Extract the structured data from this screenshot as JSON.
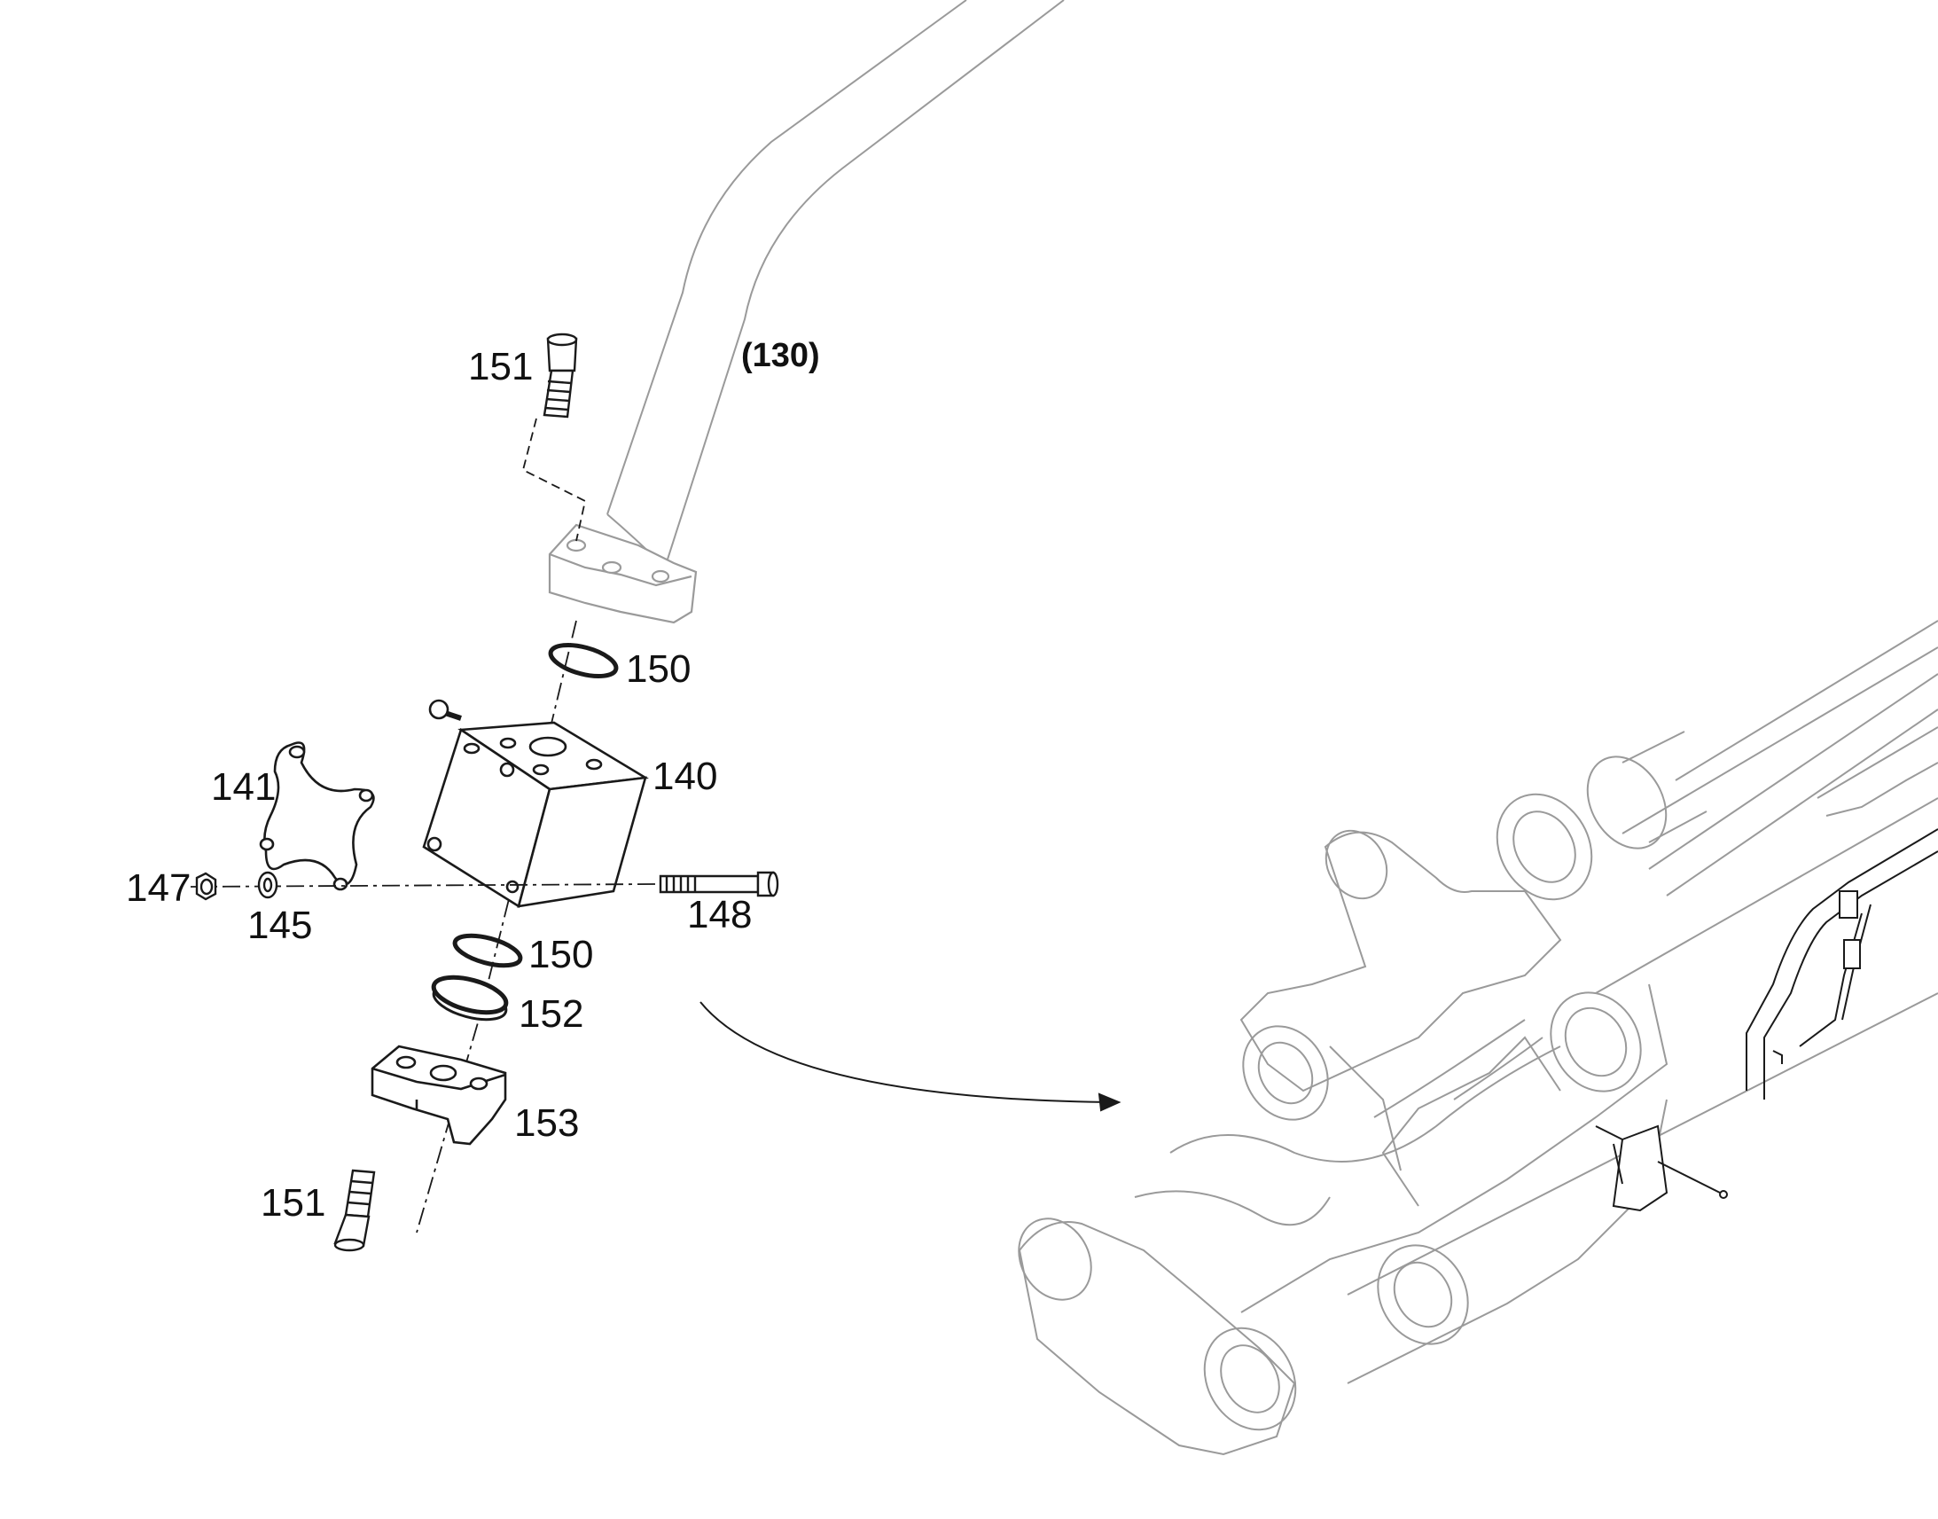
{
  "diagram": {
    "callouts": {
      "c130": "(130)",
      "c151_top": "151",
      "c150_top": "150",
      "c140": "140",
      "c141": "141",
      "c147": "147",
      "c145": "145",
      "c148": "148",
      "c150_bottom": "150",
      "c152": "152",
      "c153": "153",
      "c151_bottom": "151"
    },
    "colors": {
      "line": "#1a1a1a",
      "ghost": "#9a9a9a",
      "background": "#ffffff"
    }
  }
}
